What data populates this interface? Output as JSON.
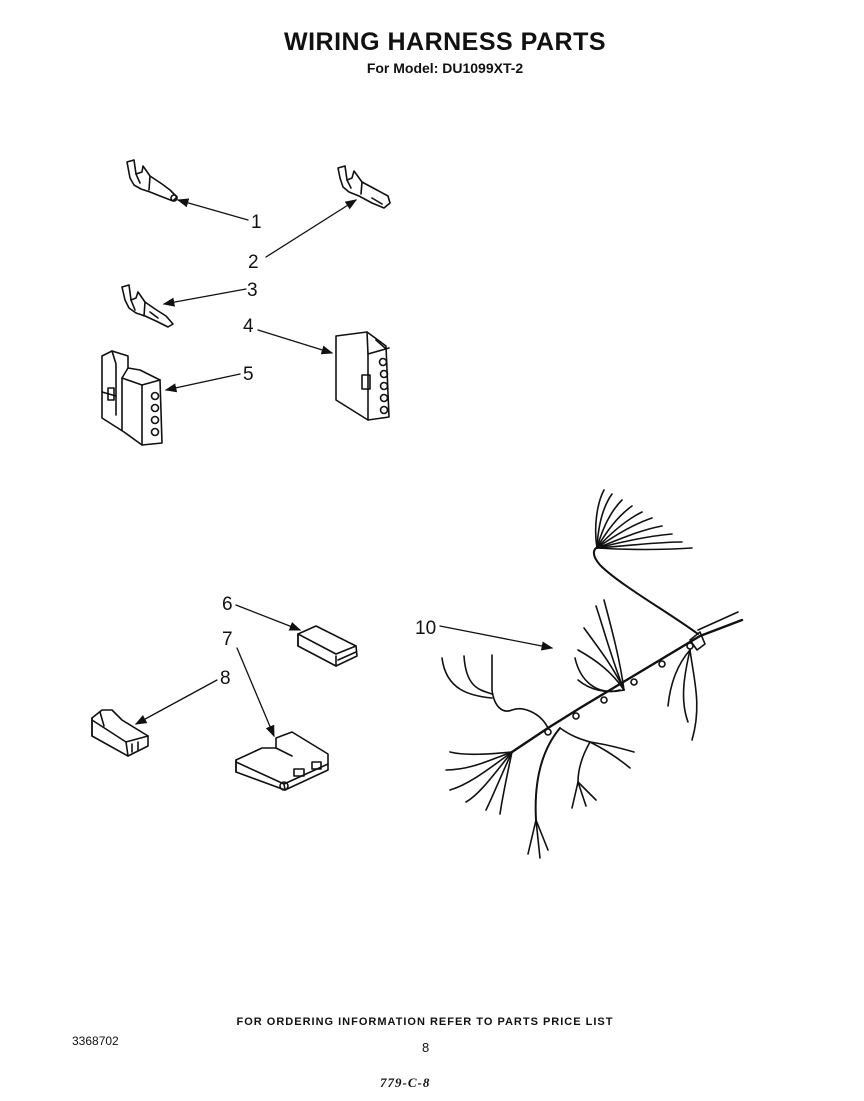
{
  "header": {
    "title": "WIRING HARNESS PARTS",
    "subtitle": "For Model: DU1099XT-2"
  },
  "callouts": [
    "1",
    "2",
    "3",
    "4",
    "5",
    "6",
    "7",
    "8",
    "10"
  ],
  "footer": {
    "ordering_note": "FOR ORDERING INFORMATION REFER TO PARTS PRICE LIST",
    "doc_number": "3368702",
    "page_number": "8",
    "revision_code": "779-C-8"
  },
  "colors": {
    "ink": "#111111",
    "paper": "#ffffff"
  }
}
